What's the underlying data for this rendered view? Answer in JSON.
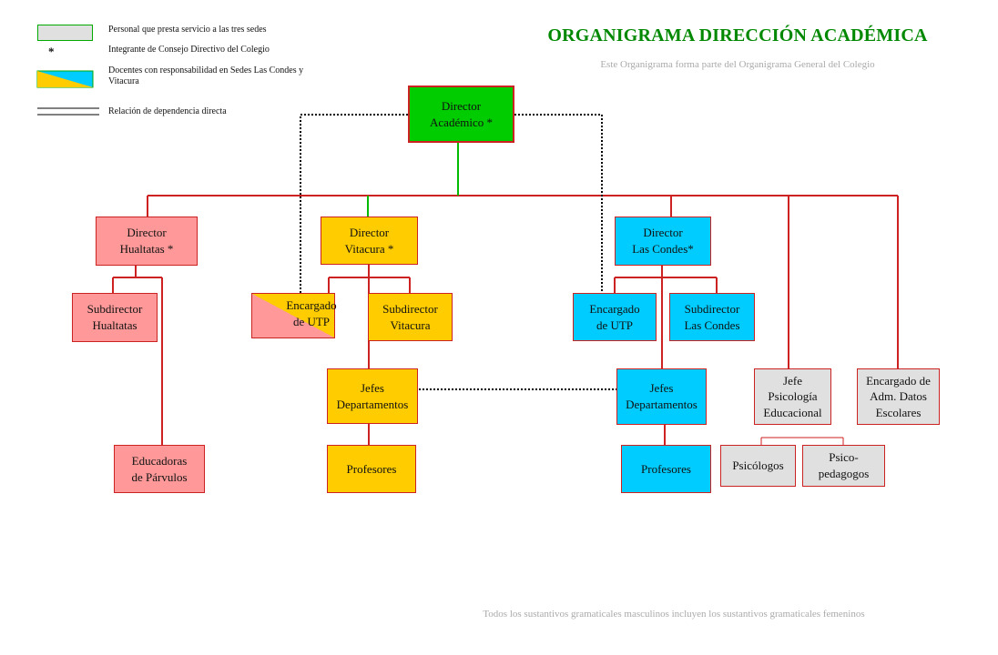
{
  "title": "ORGANIGRAMA DIRECCIÓN ACADÉMICA",
  "subtitle": "Este Organigrama forma parte del Organigrama General del Colegio",
  "footer": "Todos los sustantivos gramaticales masculinos incluyen los sustantivos gramaticales femeninos",
  "legend": {
    "personal": "Personal que presta servicio a las tres sedes",
    "star": "*",
    "integrante": "Integrante de Consejo Directivo del Colegio",
    "docentes": "Docentes con responsabilidad en Sedes Las Condes y\nVitacura",
    "relacion": "Relación de dependencia directa"
  },
  "colors": {
    "line_red": "#cc2222",
    "line_green": "#00bb00",
    "pink": "#ff9999",
    "yellow": "#ffcc00",
    "cyan": "#00ccff",
    "gray": "#e0e0e0",
    "green": "#00cc00",
    "title_green": "#008800"
  },
  "nodes": {
    "director_academico": "Director\nAcadémico *",
    "director_hualtatas": "Director\nHualtatas *",
    "director_vitacura": "Director\nVitacura *",
    "director_lascondes": "Director\n   Las Condes*",
    "subdirector_hualtatas": "Subdirector\nHualtatas",
    "educadoras": "Educadoras\nde Párvulos",
    "encargado_utp_vitacura": "Encargado\nde UTP",
    "subdirector_vitacura": "Subdirector\nVitacura",
    "jefes_dep_vitacura": "Jefes\nDepartamentos",
    "profesores_vitacura": "Profesores",
    "encargado_utp_lascondes": "Encargado\nde UTP",
    "subdirector_lascondes": "Subdirector\nLas Condes",
    "jefes_dep_lascondes": "Jefes\nDepartamentos",
    "profesores_lascondes": "Profesores",
    "jefe_psicologia": "Jefe\nPsicología\nEducacional",
    "encargado_adm": "Encargado de\nAdm. Datos\nEscolares",
    "psicologos": "Psicólogos",
    "psicopedagogos": "Psico-\npedagogos"
  }
}
